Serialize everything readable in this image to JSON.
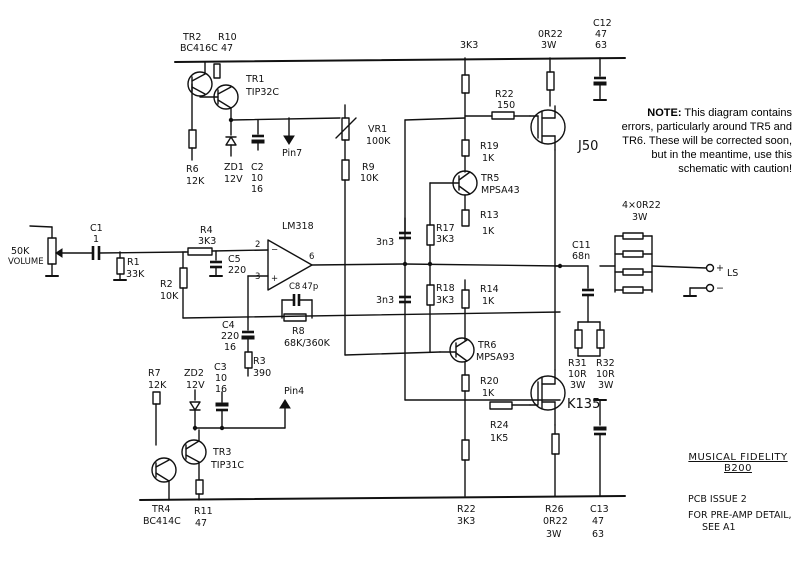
{
  "note": {
    "heading": "NOTE:",
    "text": "This diagram contains errors, particularly around TR5 and TR6. These will be corrected soon, but in the meantime, use this schematic with caution!"
  },
  "title_block": {
    "brand_line1": "MUSICAL FIDELITY",
    "brand_line2": "B200",
    "pcb_issue": "PCB ISSUE 2",
    "preamp_note_1": "FOR PRE-AMP DETAIL,",
    "preamp_note_2": "SEE A1"
  },
  "components": {
    "tr2": {
      "ref": "TR2",
      "value": "BC416C"
    },
    "r10": {
      "ref": "R10",
      "value": "47"
    },
    "tr1": {
      "ref": "TR1",
      "value": "TIP32C"
    },
    "r6": {
      "ref": "R6",
      "value": "12K"
    },
    "zd1": {
      "ref": "ZD1",
      "value": "12V"
    },
    "c2": {
      "ref": "C2",
      "value": "10",
      "value2": "16"
    },
    "pin7": {
      "ref": "Pin7"
    },
    "vr1": {
      "ref": "VR1",
      "value": "100K"
    },
    "r9": {
      "ref": "R9",
      "value": "10K"
    },
    "r_top": {
      "value": "3K3"
    },
    "r22": {
      "ref": "R22",
      "value": "150"
    },
    "r19": {
      "ref": "R19",
      "value": "1K"
    },
    "tr5": {
      "ref": "TR5",
      "value": "MPSA43"
    },
    "r13": {
      "ref": "R13",
      "value": "1K"
    },
    "r17": {
      "ref": "R17",
      "value": "3K3"
    },
    "c_3n3a": {
      "value": "3n3"
    },
    "c_3n3b": {
      "value": "3n3"
    },
    "r18": {
      "ref": "R18",
      "value": "3K3"
    },
    "r14": {
      "ref": "R14",
      "value": "1K"
    },
    "j50": {
      "ref": "J50"
    },
    "r_or22_top": {
      "value": "0R22",
      "value2": "3W"
    },
    "c12": {
      "ref": "C12",
      "value": "47",
      "value2": "63"
    },
    "rbank": {
      "value": "4×0R22",
      "value2": "3W"
    },
    "c11": {
      "ref": "C11",
      "value": "68n"
    },
    "ls": {
      "ref": "LS"
    },
    "vol": {
      "value": "50K",
      "value2": "VOLUME"
    },
    "c1": {
      "ref": "C1",
      "value": "1"
    },
    "r1": {
      "ref": "R1",
      "value": "33K"
    },
    "r4": {
      "ref": "R4",
      "value": "3K3"
    },
    "ic": {
      "ref": "LM318"
    },
    "c5": {
      "ref": "C5",
      "value": "220"
    },
    "r2": {
      "ref": "R2",
      "value": "10K"
    },
    "c8": {
      "ref": "C8",
      "value": "47p"
    },
    "r8": {
      "ref": "R8",
      "value": "68K/360K"
    },
    "c4": {
      "ref": "C4",
      "value": "220",
      "value2": "16"
    },
    "r3": {
      "ref": "R3",
      "value": "390"
    },
    "tr6": {
      "ref": "TR6",
      "value": "MPSA93"
    },
    "r20": {
      "ref": "R20",
      "value": "1K"
    },
    "r24": {
      "ref": "R24",
      "value": "1K5"
    },
    "k135": {
      "ref": "K135"
    },
    "r31": {
      "ref": "R31",
      "value": "10R",
      "value2": "3W"
    },
    "r32": {
      "ref": "R32",
      "value": "10R",
      "value2": "3W"
    },
    "r7": {
      "ref": "R7",
      "value": "12K"
    },
    "zd2": {
      "ref": "ZD2",
      "value": "12V"
    },
    "c3": {
      "ref": "C3",
      "value": "10",
      "value2": "16"
    },
    "pin4": {
      "ref": "Pin4"
    },
    "tr3": {
      "ref": "TR3",
      "value": "TIP31C"
    },
    "tr4": {
      "ref": "TR4",
      "value": "BC414C"
    },
    "r11": {
      "ref": "R11",
      "value": "47"
    },
    "r22b": {
      "ref": "R22",
      "value": "3K3"
    },
    "r26": {
      "ref": "R26",
      "value": "0R22",
      "value2": "3W"
    },
    "c13": {
      "ref": "C13",
      "value": "47",
      "value2": "63"
    }
  }
}
